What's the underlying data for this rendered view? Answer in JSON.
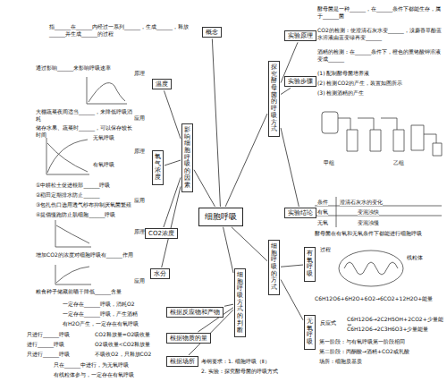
{
  "diagram": {
    "nodes": [
      {
        "text": [
          "细胞呼吸"
        ]
      },
      {
        "text": [
          "概念"
        ]
      },
      {
        "text": [
          "影响细胞呼吸的因素"
        ]
      },
      {
        "text": [
          "温度"
        ]
      },
      {
        "text": [
          "氧气浓度"
        ]
      },
      {
        "text": [
          "CO2浓度"
        ]
      },
      {
        "text": [
          "水分"
        ]
      },
      {
        "text": [
          "细胞呼吸方式的判断"
        ]
      },
      {
        "text": [
          "根据反应物和产物"
        ]
      },
      {
        "text": [
          "根据物质的量"
        ]
      },
      {
        "text": [
          "根据场所"
        ]
      },
      {
        "text": [
          "探究酵母菌的呼吸方式"
        ]
      },
      {
        "text": [
          "实验原理"
        ]
      },
      {
        "text": [
          "实验步骤"
        ]
      },
      {
        "text": [
          "实验结论"
        ]
      },
      {
        "text": [
          "细胞呼吸的方式"
        ]
      },
      {
        "text": [
          "有氧呼吸"
        ]
      },
      {
        "text": [
          "无氧呼吸"
        ]
      }
    ],
    "edges": [
      {
        "from": 0,
        "to": 1,
        "arrow": "none"
      },
      {
        "from": 0,
        "to": 2,
        "arrow": "none"
      },
      {
        "from": 2,
        "to": 3,
        "arrow": "none"
      },
      {
        "from": 2,
        "to": 4,
        "arrow": "none"
      },
      {
        "from": 2,
        "to": 5,
        "arrow": "none"
      },
      {
        "from": 2,
        "to": 6,
        "arrow": "none"
      },
      {
        "from": 0,
        "to": 7,
        "arrow": "none"
      },
      {
        "from": 7,
        "to": 8,
        "arrow": "none"
      },
      {
        "from": 7,
        "to": 9,
        "arrow": "none"
      },
      {
        "from": 7,
        "to": 10,
        "arrow": "none"
      },
      {
        "from": 0,
        "to": 11,
        "arrow": "none"
      },
      {
        "from": 11,
        "to": 12,
        "arrow": "none"
      },
      {
        "from": 11,
        "to": 13,
        "arrow": "none"
      },
      {
        "from": 11,
        "to": 14,
        "arrow": "none"
      },
      {
        "from": 0,
        "to": 15,
        "arrow": "none"
      },
      {
        "from": 15,
        "to": 16,
        "arrow": "none"
      },
      {
        "from": 15,
        "to": 17,
        "arrow": "none"
      }
    ],
    "labels": [
      "指______在______内经过一系列______，生成______，释放______并生成______的过程",
      "通过影响______来影响呼吸速率",
      "原理",
      "大棚蔬菜夜间适当______，来降低呼吸消耗",
      "储存水果、蔬菜时______，可以保存较长时间",
      "应用",
      "无氧呼吸",
      "有氧呼吸",
      "原理",
      "①中耕松土促进根部______呼吸",
      "②稻田定期排水防止______",
      "③包扎伤口选用透气纱布抑制厌氧菌繁殖",
      "④提倡慢跑防止肌细胞______呼吸",
      "应用",
      "增加CO2的浓度对细胞呼吸有______作用",
      "原理",
      "粮食种子储藏前晒干降低______含量",
      "应用",
      "一定存在______呼吸，消耗O2",
      "一定存在______呼吸，产生酒精",
      "有H2O产生，一定存在有氧呼吸",
      "只进行______呼吸",
      "CO2释放量=O2吸收量",
      "进行______呼吸",
      "O2吸收量<CO2释放量",
      "只进行______呼吸",
      "不吸收O2，只释放CO2",
      "只在______中进行，为无氧呼吸",
      "有线粒体参与，一定存在有氧呼吸",
      "酵母菌是一种______，在______条件下都能生存，属于______菌",
      "CO2的检测：使澄清石灰水变______，溴麝香草酚蓝水溶液由蓝变绿再变______",
      "酒精的检测：在______条件下，橙色的重铬酸钾溶液变成______",
      "(1) 配制酵母菌培养液",
      "(2) 检测CO2的产生，装置如图所示",
      "(3) 检测酒精的产生",
      "甲组",
      "乙组",
      "条件",
      "澄清石灰水的变化",
      "有氧",
      "无氧",
      "变混浊快",
      "变混浊慢",
      "酵母菌在有氧和无氧条件下都能进行细胞呼吸",
      "过程",
      "线粒体",
      "C6H12O6+6H2O+6O2→6CO2+12H2O+能量",
      "反应式",
      "C6H12O6→2C2H5OH+2CO2+少量能量",
      "C6H12O6→2C3H6O3+少量能量",
      "第一阶段：与有氧呼吸第一阶段相同",
      "第二阶段：丙酮酸→酒精+CO2或乳酸",
      "场所：细胞质基质",
      "考纲要求：1. 细胞呼吸（Ⅱ）",
      "2. 实验：探究酵母菌的呼吸方式"
    ]
  }
}
